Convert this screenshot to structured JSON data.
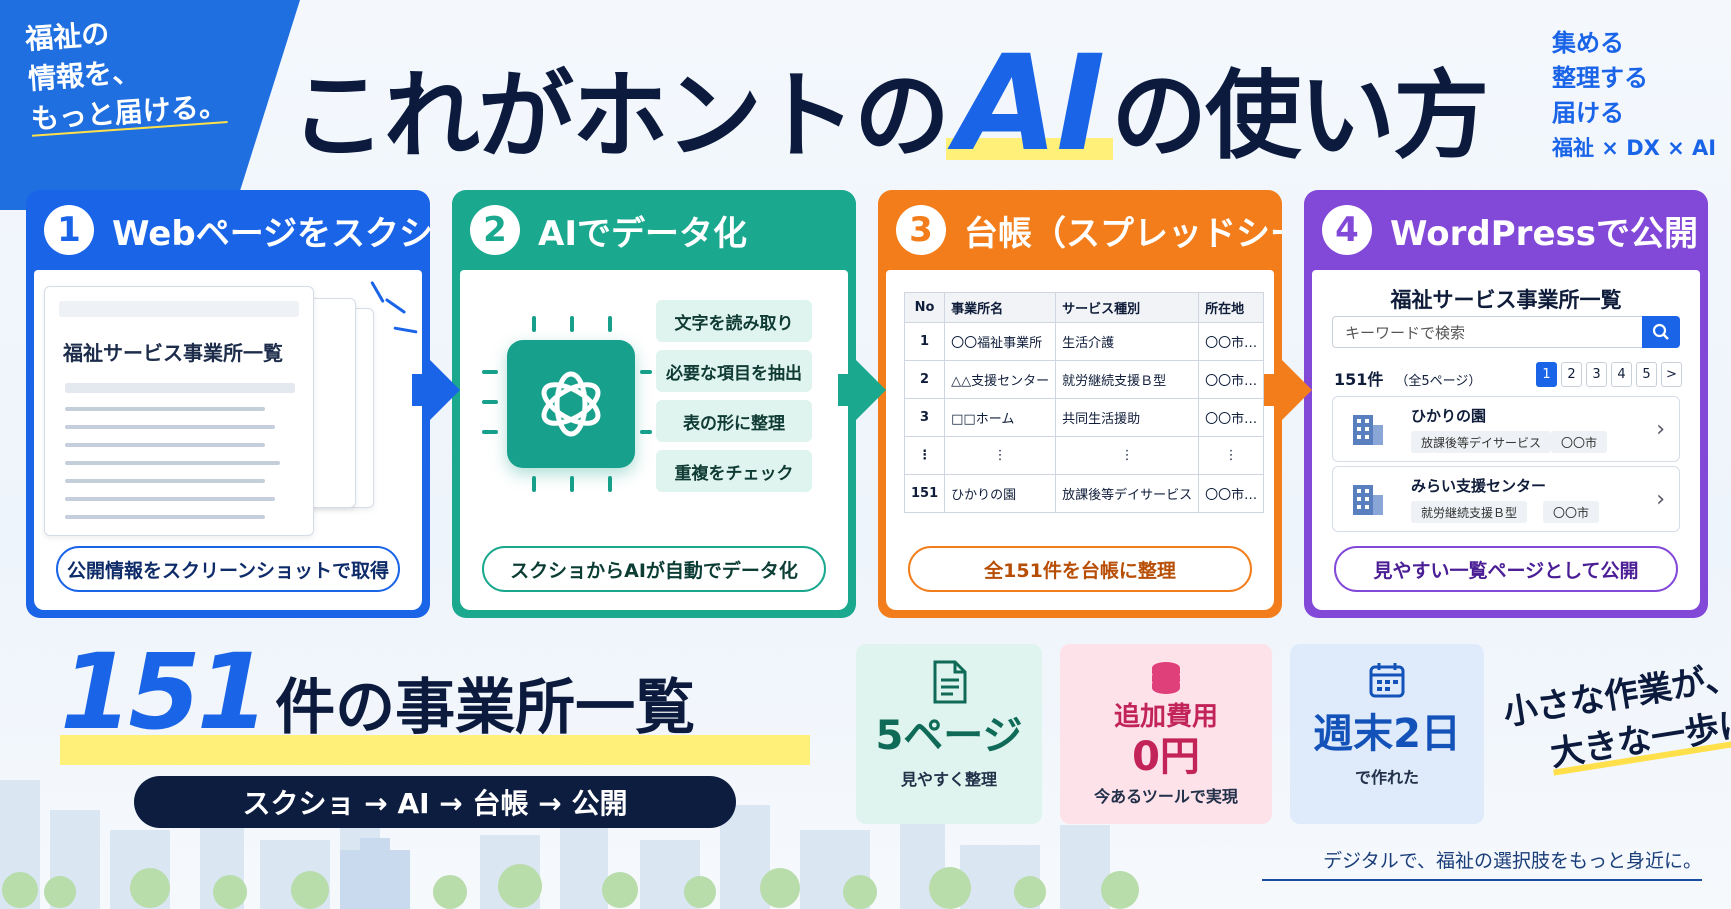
{
  "corner": {
    "line1": "福祉の",
    "line2": "情報を、",
    "line3": "もっと届ける。"
  },
  "headline": {
    "part1": "これがホントの",
    "ai": "AI",
    "part2": "の使い方"
  },
  "tags": [
    "集める",
    "整理する",
    "届ける",
    "福祉 × DX × AI"
  ],
  "steps": [
    {
      "num": "1",
      "title": "Webページをスクショ",
      "caption": "公開情報をスクリーンショットで取得",
      "mock_title": "福祉サービス事業所一覧"
    },
    {
      "num": "2",
      "title": "AIでデータ化",
      "caption": "スクショからAIが自動でデータ化",
      "tasks": [
        "文字を読み取り",
        "必要な項目を抽出",
        "表の形に整理",
        "重複をチェック"
      ]
    },
    {
      "num": "3",
      "title": "台帳（スプレッドシート）",
      "caption": "全151件を台帳に整理",
      "table": {
        "headers": [
          "No",
          "事業所名",
          "サービス種別",
          "所在地"
        ],
        "rows": [
          [
            "1",
            "〇〇福祉事業所",
            "生活介護",
            "〇〇市…"
          ],
          [
            "2",
            "△△支援センター",
            "就労継続支援Ｂ型",
            "〇〇市…"
          ],
          [
            "3",
            "□□ホーム",
            "共同生活援助",
            "〇〇市…"
          ],
          [
            "⋮",
            "⋮",
            "⋮",
            "⋮"
          ],
          [
            "151",
            "ひかりの園",
            "放課後等デイサービス",
            "〇〇市…"
          ]
        ]
      }
    },
    {
      "num": "4",
      "title": "WordPressで公開",
      "caption": "見やすい一覧ページとして公開",
      "page_title": "福祉サービス事業所一覧",
      "search_placeholder": "キーワードで検索",
      "count": "151件",
      "count_sub": "（全5ページ）",
      "pages": [
        "1",
        "2",
        "3",
        "4",
        "5",
        ">"
      ],
      "items": [
        {
          "name": "ひかりの園",
          "service": "放課後等デイサービス",
          "city": "〇〇市"
        },
        {
          "name": "みらい支援センター",
          "service": "就労継続支援Ｂ型",
          "city": "〇〇市"
        }
      ]
    }
  ],
  "result": {
    "number": "151",
    "text": "件の事業所一覧",
    "flow": "スクショ → AI → 台帳 → 公開"
  },
  "stats": [
    {
      "main": "5ページ",
      "sub": "見やすく整理",
      "icon": "document-icon"
    },
    {
      "top": "追加費用",
      "main": "0円",
      "sub": "今あるツールで実現",
      "icon": "coins-icon"
    },
    {
      "main": "週末2日",
      "sub": "で作れた",
      "icon": "calendar-icon"
    }
  ],
  "slogan": {
    "line1": "小さな作業が、",
    "line2": "大きな一歩に。"
  },
  "tagline": "デジタルで、福祉の選択肢をもっと身近に。",
  "colors": {
    "blue": "#1a64e8",
    "green": "#1aa88f",
    "orange": "#f27d1a",
    "purple": "#8248d8",
    "yellow": "#fff07a"
  }
}
